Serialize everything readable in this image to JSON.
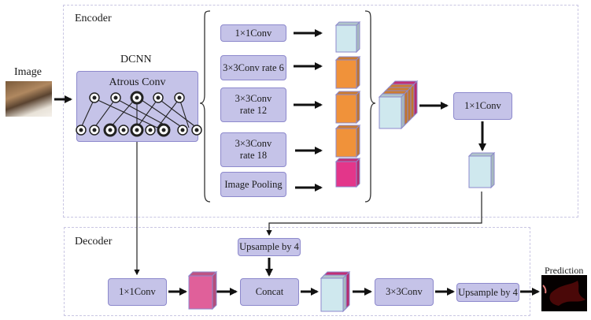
{
  "input": {
    "label": "Image"
  },
  "output": {
    "label": "Prediction"
  },
  "encoder": {
    "label": "Encoder",
    "dcnn_label": "DCNN",
    "atrous_label": "Atrous Conv",
    "branches": [
      {
        "label": "1×1Conv",
        "feature_color": "#cfe8ee"
      },
      {
        "label": "3×3Conv rate 6",
        "feature_color": "#f0923a"
      },
      {
        "label": "3×3Conv rate 12",
        "feature_color": "#f0923a"
      },
      {
        "label": "3×3Conv rate 18",
        "feature_color": "#f0923a"
      },
      {
        "label": "Image Pooling",
        "feature_color": "#e3368a"
      }
    ],
    "fuse_conv_label": "1×1Conv"
  },
  "decoder": {
    "label": "Decoder",
    "low_level_conv_label": "1×1Conv",
    "upsample_top_label": "Upsample by 4",
    "concat_label": "Concat",
    "conv3_label": "3×3Conv",
    "upsample_final_label": "Upsample by 4"
  },
  "colors": {
    "box_fill": "#c5c3e8",
    "box_border": "#8d89cc",
    "light_blue": "#cfe8ee",
    "orange": "#f0923a",
    "magenta": "#e3368a",
    "pink": "#e0609a",
    "region_border": "#c9c6e3"
  }
}
